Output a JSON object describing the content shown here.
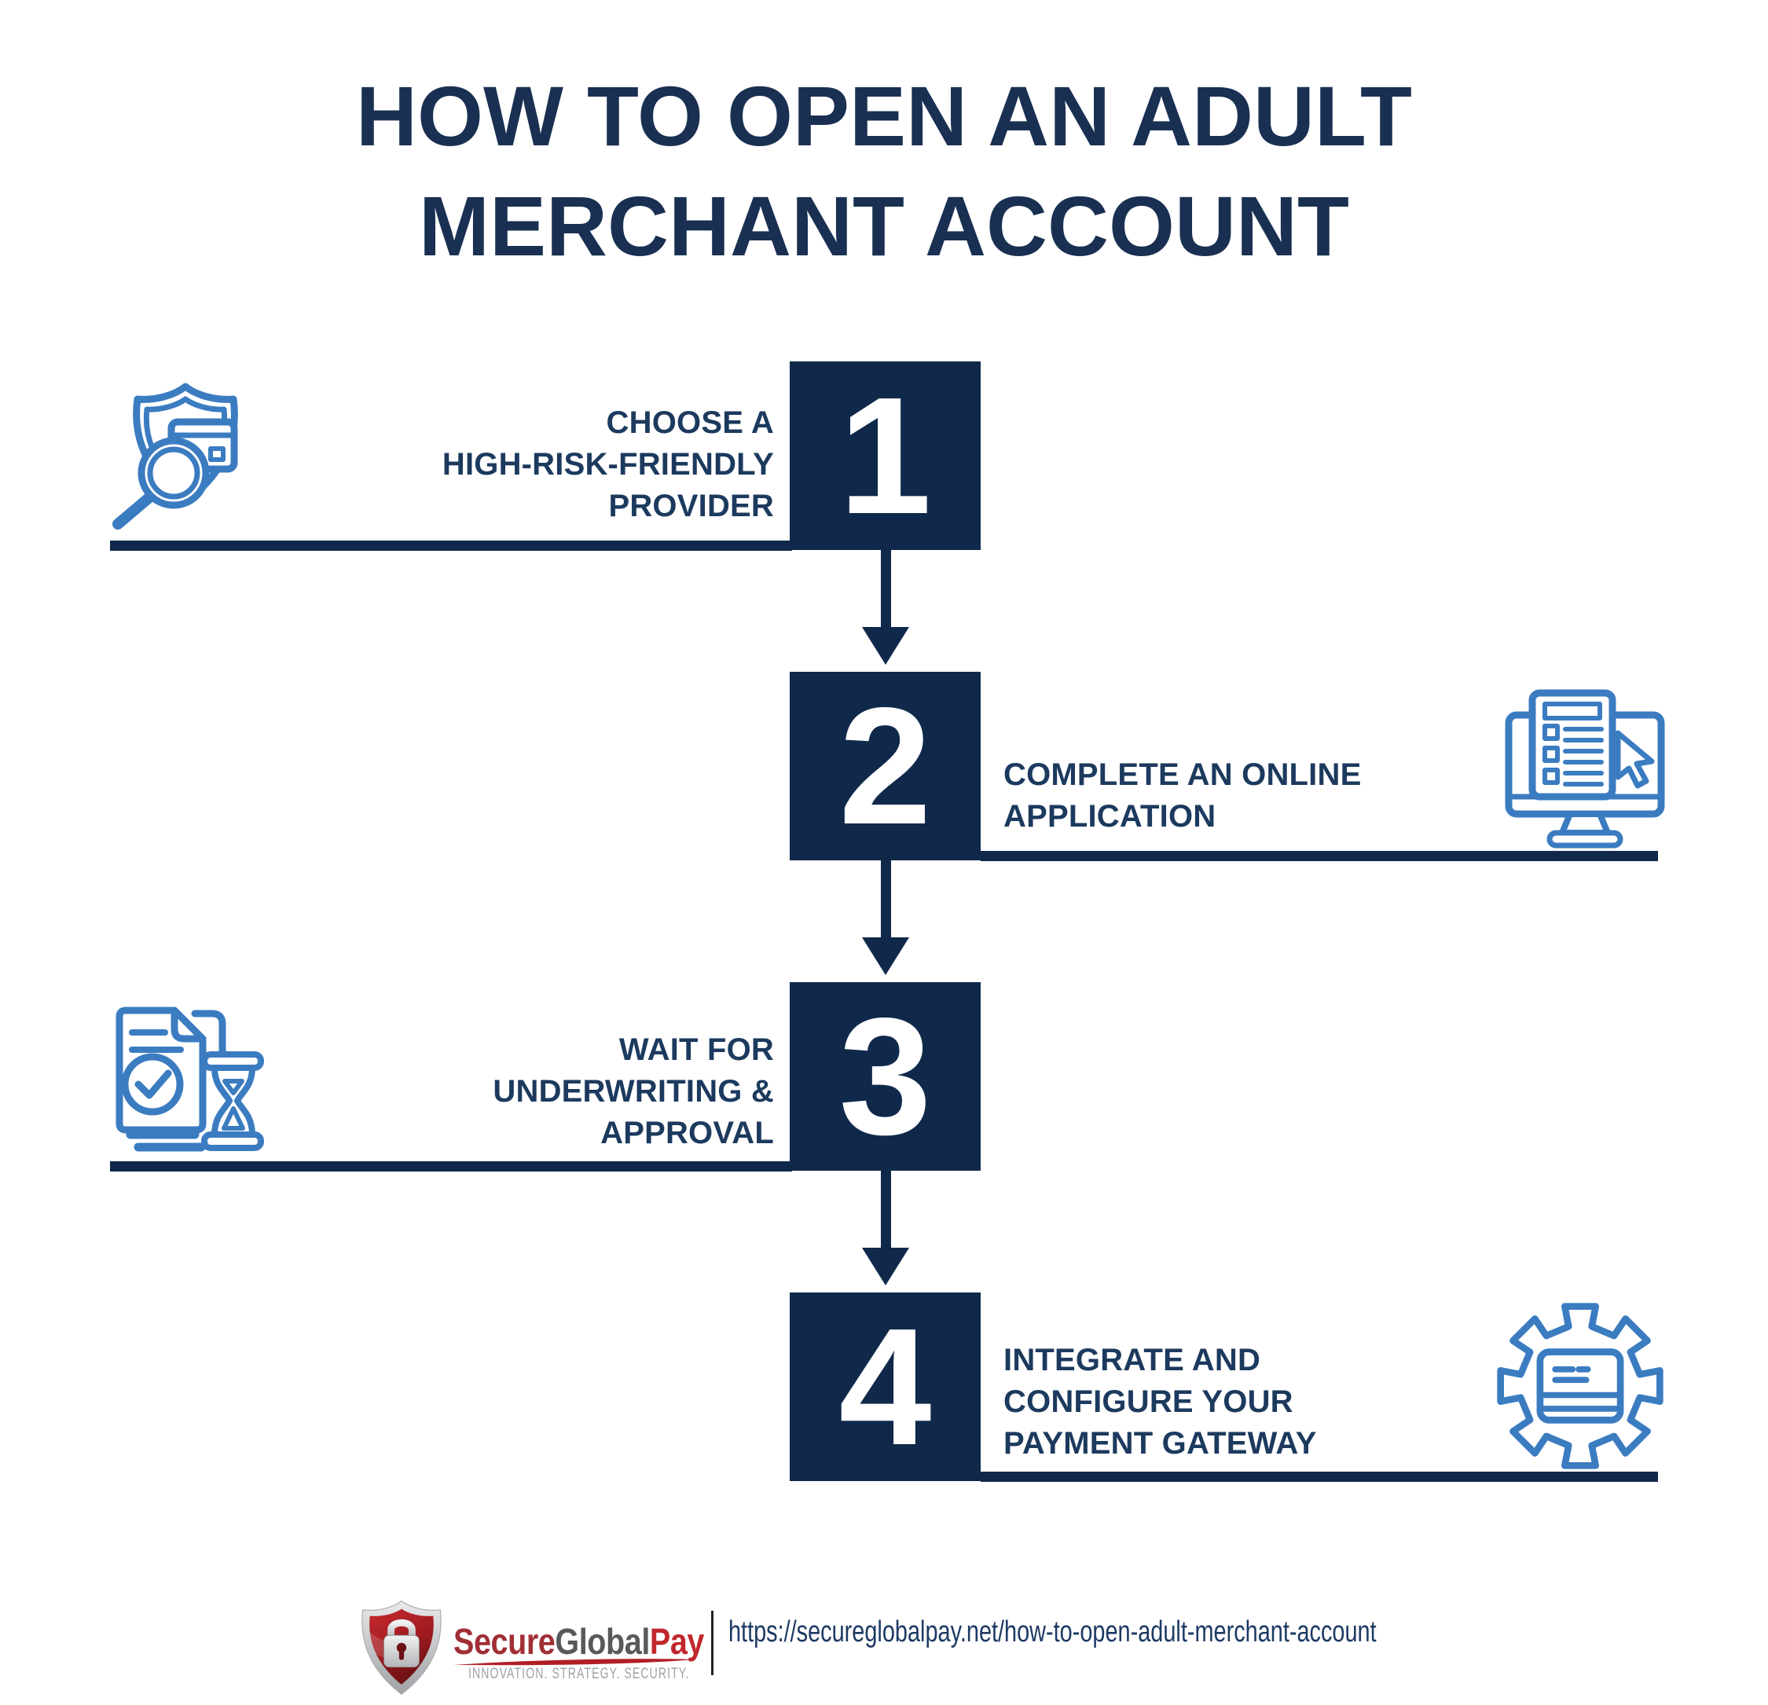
{
  "title": {
    "line1": "HOW TO OPEN AN ADULT",
    "line2": "MERCHANT ACCOUNT"
  },
  "steps": [
    {
      "number": "1",
      "lines": [
        "CHOOSE A",
        "HIGH-RISK-FRIENDLY",
        "PROVIDER"
      ],
      "icon": "magnifier-shield-card-icon"
    },
    {
      "number": "2",
      "lines": [
        "COMPLETE AN ONLINE",
        "APPLICATION"
      ],
      "icon": "monitor-form-cursor-icon"
    },
    {
      "number": "3",
      "lines": [
        "WAIT FOR",
        "UNDERWRITING &",
        "APPROVAL"
      ],
      "icon": "document-check-hourglass-icon"
    },
    {
      "number": "4",
      "lines": [
        "INTEGRATE AND",
        "CONFIGURE YOUR",
        "PAYMENT GATEWAY"
      ],
      "icon": "gear-credit-card-icon"
    }
  ],
  "footer": {
    "brand": {
      "secure": "Secure",
      "global": "Global",
      "pay": "Pay",
      "tagline": "INNOVATION. STRATEGY. SECURITY."
    },
    "url": "https://secureglobalpay.net/how-to-open-adult-merchant-account"
  },
  "colors": {
    "navy_box": "#10294B",
    "title_navy": "#1A3052",
    "label_navy": "#1C3A5E",
    "icon_blue": "#3B7CC1",
    "brand_dark_red": "#A12F36",
    "brand_red": "#C1272D",
    "brand_gray": "#58595B",
    "tagline_gray": "#9EA1A4"
  }
}
